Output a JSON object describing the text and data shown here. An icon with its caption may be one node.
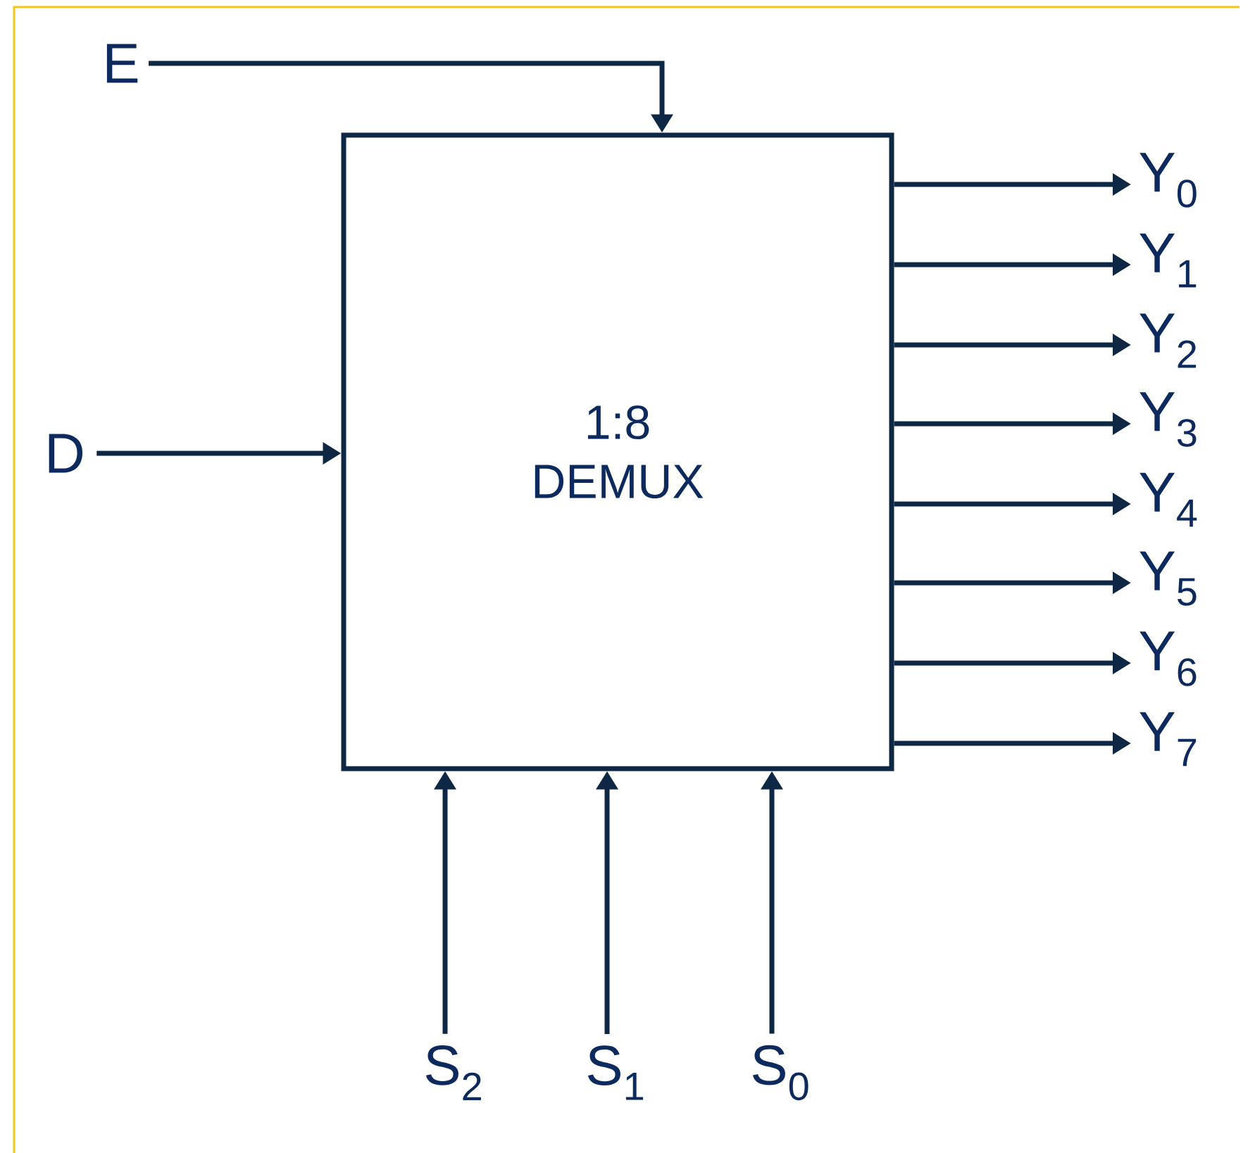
{
  "diagram": {
    "nodes": [
      {
        "text": [
          "1:8 DEMUX"
        ]
      },
      {
        "text": [
          "E"
        ]
      },
      {
        "text": [
          "D"
        ]
      },
      {
        "text": [
          "Y$_{0}$"
        ]
      },
      {
        "text": [
          "Y$_{1}$"
        ]
      },
      {
        "text": [
          "Y$_{2}$"
        ]
      },
      {
        "text": [
          "Y$_{3}$"
        ]
      },
      {
        "text": [
          "Y$_{4}$"
        ]
      },
      {
        "text": [
          "Y$_{5}$"
        ]
      },
      {
        "text": [
          "Y$_{6}$"
        ]
      },
      {
        "text": [
          "Y$_{7}$"
        ]
      },
      {
        "text": [
          "S$_{2}$"
        ]
      },
      {
        "text": [
          "S$_{1}$"
        ]
      },
      {
        "text": [
          "S$_{0}$"
        ]
      }
    ],
    "edges": [
      {
        "from": 1,
        "to": 0,
        "arrow": "to"
      },
      {
        "from": 2,
        "to": 0,
        "arrow": "to"
      },
      {
        "from": 0,
        "to": 3,
        "arrow": "to"
      },
      {
        "from": 0,
        "to": 4,
        "arrow": "to"
      },
      {
        "from": 0,
        "to": 5,
        "arrow": "to"
      },
      {
        "from": 0,
        "to": 6,
        "arrow": "to"
      },
      {
        "from": 0,
        "to": 7,
        "arrow": "to"
      },
      {
        "from": 0,
        "to": 8,
        "arrow": "to"
      },
      {
        "from": 0,
        "to": 9,
        "arrow": "to"
      },
      {
        "from": 0,
        "to": 10,
        "arrow": "to"
      },
      {
        "from": 11,
        "to": 0,
        "arrow": "to"
      },
      {
        "from": 12,
        "to": 0,
        "arrow": "to"
      },
      {
        "from": 13,
        "to": 0,
        "arrow": "to"
      }
    ]
  }
}
